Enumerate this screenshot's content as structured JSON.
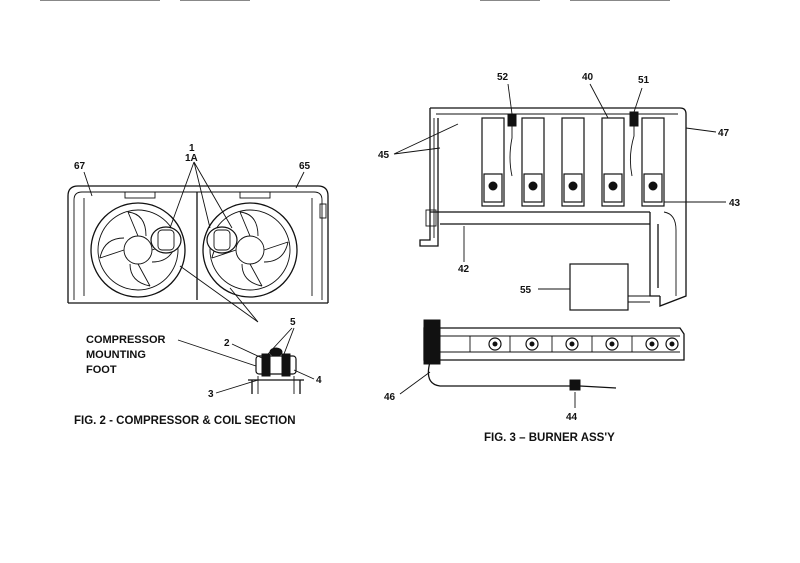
{
  "fig2": {
    "caption": "FIG. 2 - COMPRESSOR & COIL SECTION",
    "callouts": {
      "c1": "1",
      "c1a": "1A",
      "c67": "67",
      "c65": "65",
      "c2": "2",
      "c3": "3",
      "c4": "4",
      "c5": "5"
    },
    "foot_lines": [
      "COMPRESSOR",
      "MOUNTING",
      "FOOT"
    ]
  },
  "fig3": {
    "caption": "FIG. 3 – BURNER ASS'Y",
    "callouts": {
      "c52": "52",
      "c40": "40",
      "c51": "51",
      "c45": "45",
      "c47": "47",
      "c43": "43",
      "c42": "42",
      "c55": "55",
      "c46": "46",
      "c44": "44"
    }
  }
}
